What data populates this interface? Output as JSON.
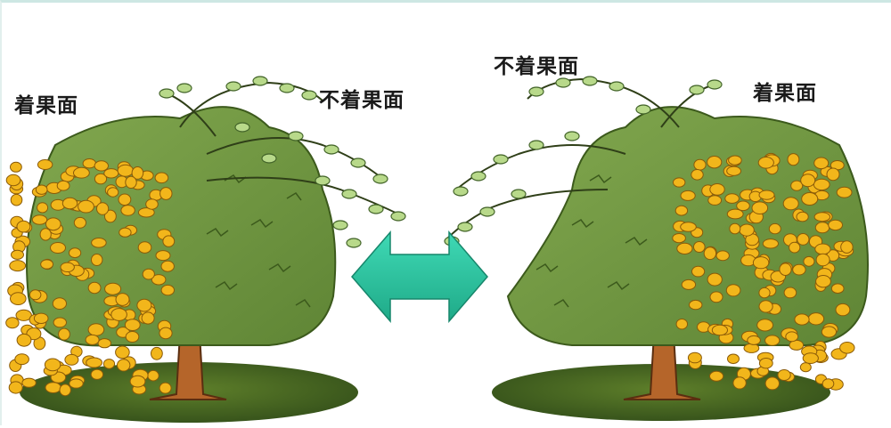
{
  "labels": {
    "left_fruiting_side": "着果面",
    "left_non_fruiting_side": "不着果面",
    "right_non_fruiting_side": "不着果面",
    "right_fruiting_side": "着果面"
  },
  "colors": {
    "canopy": "#6f9440",
    "canopy_dark": "#4d6f28",
    "leaf": "#b8d98a",
    "fruit": "#f2b61b",
    "trunk": "#b5652a",
    "ground": "#3f5a1c",
    "arrow": "#2fc9a4"
  },
  "icons": {
    "arrow": "double-headed-arrow"
  }
}
